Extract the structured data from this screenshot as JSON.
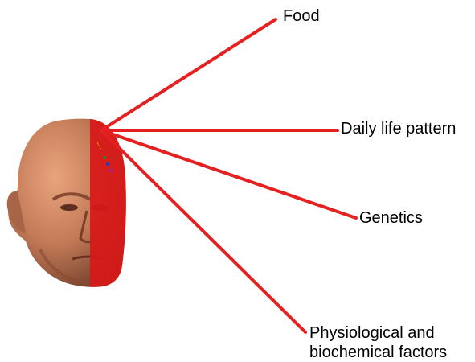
{
  "diagram": {
    "labels": {
      "food": "Food",
      "daily_life_pattern": "Daily life pattern",
      "genetics": "Genetics",
      "physiological_line1": "Physiological and",
      "physiological_line2": "biochemical factors"
    },
    "colors": {
      "connector_line": "#e52020",
      "face_skin": "#c9825e",
      "face_half_overlay": "#d81818",
      "background": "#ffffff"
    },
    "icons": {
      "head": "human-head-icon"
    }
  }
}
